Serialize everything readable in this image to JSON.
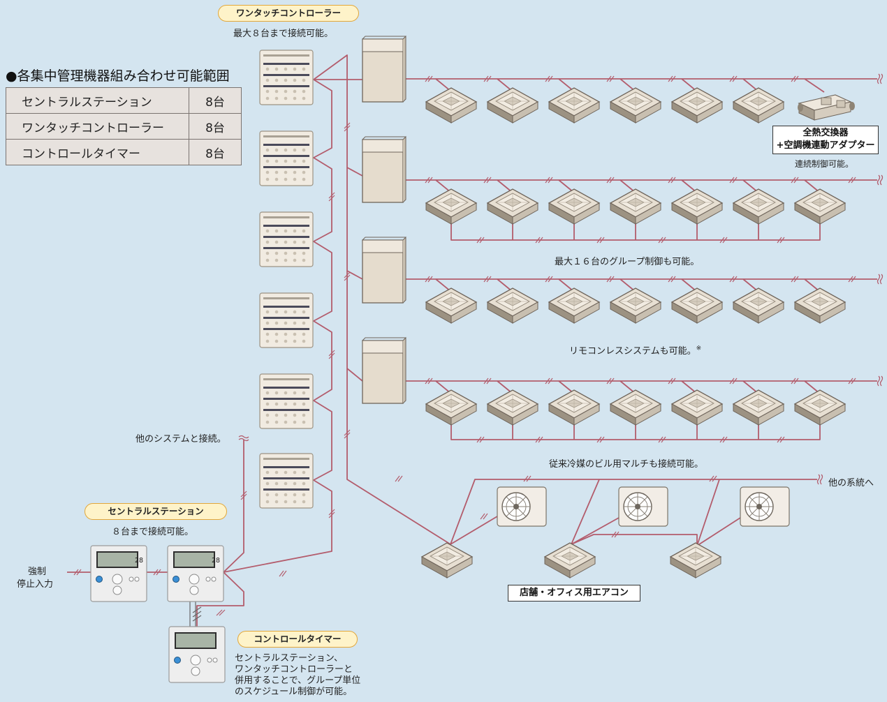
{
  "onetouch": {
    "badge": "ワンタッチコントローラー",
    "note": "最大８台まで接続可能。"
  },
  "table": {
    "title": "●各集中管理機器組み合わせ可能範囲",
    "rows": [
      {
        "name": "セントラルステーション",
        "count": "8台"
      },
      {
        "name": "ワンタッチコントローラー",
        "count": "8台"
      },
      {
        "name": "コントロールタイマー",
        "count": "8台"
      }
    ]
  },
  "heat_exchanger": {
    "line1": "全熱交換器",
    "line2": "+空調機連動アダプター",
    "note": "連続制御可能。"
  },
  "notes": {
    "group16": "最大１６台のグループ制御も可能。",
    "remoconless": "リモコンレスシステムも可能。",
    "remoconless_mark": "※",
    "legacy": "従来冷媒のビル用マルチも接続可能。",
    "other_system": "他のシステムと接続。",
    "other_lines": "他の系統へ"
  },
  "shop": {
    "label": "店舗・オフィス用エアコン"
  },
  "central": {
    "badge": "セントラルステーション",
    "note": "８台まで接続可能。",
    "screen_text": "28"
  },
  "forced_stop": {
    "line1": "強制",
    "line2": "停止入力"
  },
  "timer": {
    "badge": "コントロールタイマー",
    "desc": [
      "セントラルステーション、",
      "ワンタッチコントローラーと",
      "併用することで、グループ単位",
      "のスケジュール制御が可能。"
    ]
  },
  "colors": {
    "background": "#d4e5f0",
    "wire": "#b35c6c",
    "badge_fill": "#fef3c9",
    "badge_border": "#e2a73a",
    "unit": "#e6dccd"
  },
  "icons": {
    "break_mark": "wavy-break-icon",
    "wire_tick": "double-slash-icon"
  }
}
